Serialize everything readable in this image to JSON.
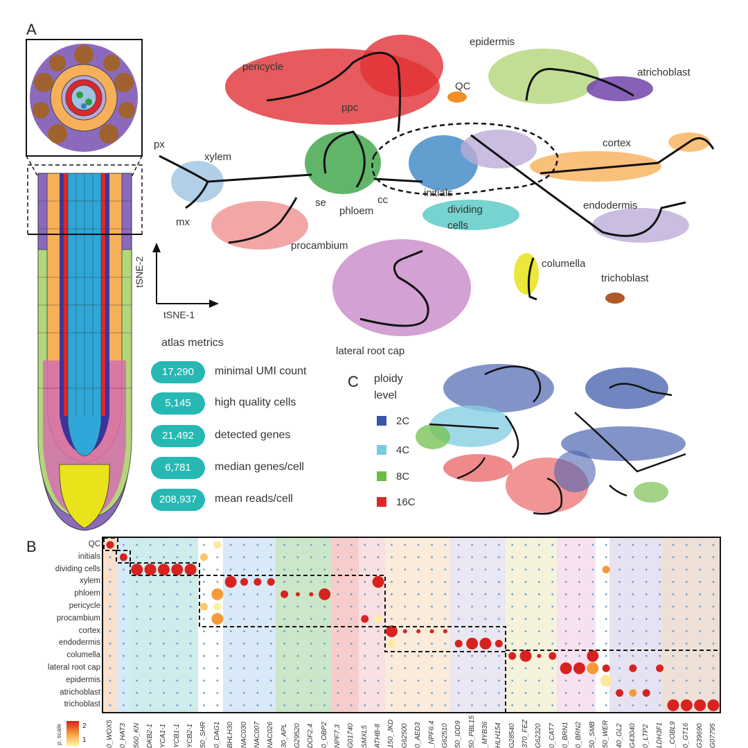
{
  "panel_a": {
    "letter": "A",
    "axis_y": "tSNE-2",
    "axis_x": "tSNE-1",
    "cluster_labels": [
      {
        "key": "pericycle",
        "text": "pericycle"
      },
      {
        "key": "qc",
        "text": "QC"
      },
      {
        "key": "epidermis",
        "text": "epidermis"
      },
      {
        "key": "atrichoblast",
        "text": "atrichoblast"
      },
      {
        "key": "ppc",
        "text": "ppc"
      },
      {
        "key": "px",
        "text": "px"
      },
      {
        "key": "xylem",
        "text": "xylem"
      },
      {
        "key": "cortex",
        "text": "cortex"
      },
      {
        "key": "initials",
        "text": "initials"
      },
      {
        "key": "se",
        "text": "se"
      },
      {
        "key": "cc",
        "text": "cc"
      },
      {
        "key": "phloem",
        "text": "phloem"
      },
      {
        "key": "dividing",
        "text": "dividing"
      },
      {
        "key": "cells",
        "text": "cells"
      },
      {
        "key": "endodermis",
        "text": "endodermis"
      },
      {
        "key": "mx",
        "text": "mx"
      },
      {
        "key": "procambium",
        "text": "procambium"
      },
      {
        "key": "columella",
        "text": "columella"
      },
      {
        "key": "trichoblast",
        "text": "trichoblast"
      },
      {
        "key": "lrc",
        "text": "lateral root cap"
      }
    ],
    "metrics_title": "atlas metrics",
    "metrics": [
      {
        "value": "17,290",
        "label": "minimal UMI count"
      },
      {
        "value": "5,145",
        "label": "high quality cells"
      },
      {
        "value": "21,492",
        "label": "detected genes"
      },
      {
        "value": "6,781",
        "label": "median genes/cell"
      },
      {
        "value": "208,937",
        "label": "mean reads/cell"
      }
    ],
    "cluster_colors": {
      "pericycle": "#e0262a",
      "xylem": "#9ec3e0",
      "phloem": "#2e9e3a",
      "procambium": "#ef8a8a",
      "initials": "#2f7fc1",
      "lrc": "#c583c6",
      "columella": "#e8e31b",
      "cortex": "#f7b05a",
      "endodermis": "#b9a7d6",
      "epidermis": "#b3d67a",
      "atrichoblast": "#6a3aa6",
      "trichoblast": "#a9521c",
      "qc": "#f08a1c",
      "dividing": "#4ac4c0"
    }
  },
  "panel_c": {
    "letter": "C",
    "legend_title_1": "ploidy",
    "legend_title_2": "level",
    "legend": [
      {
        "label": "2C",
        "color": "#3a55a8"
      },
      {
        "label": "4C",
        "color": "#79cbe0"
      },
      {
        "label": "8C",
        "color": "#6cbb45"
      },
      {
        "label": "16C",
        "color": "#e0262a"
      }
    ]
  },
  "panel_b": {
    "letter": "B",
    "rows": [
      "QC",
      "initials",
      "dividing cells",
      "xylem",
      "phloem",
      "pericycle",
      "procambium",
      "cortex",
      "endodermis",
      "columella",
      "lateral root cap",
      "epidermis",
      "atrichoblast",
      "trichoblast"
    ],
    "genes": [
      "0_WOX5",
      "0_HAT3",
      "560_KN",
      "DKB2-1",
      "YCA1-1",
      "YCB1-1",
      "YCB2-1",
      "50_SHR",
      "0_DAG1",
      "BHLH30",
      "NAC030",
      "NAC007",
      "NAC026",
      "30_APL",
      "G29520",
      "DOF2.4",
      "0_OBP2",
      "NPF7.3",
      "G01740",
      "SMXL5",
      "ATHB-8",
      "150_JKD",
      "G62500",
      "0_AED3",
      "_NPF6.4",
      "G62510",
      "50_IDD9",
      "50_PBL15",
      "_MYB36",
      "HLH154",
      "G28540",
      "370_FEZ",
      "G62320",
      "0_CAT7",
      "0_BRN1",
      "0_BRN2",
      "50_SMB",
      "50_WER",
      "40_GL2",
      "G43040",
      "0_LTP2",
      "LDH3F1",
      "_COBL9",
      "0_GT16",
      "G39690",
      "G07795"
    ],
    "scale_title": "p. scale",
    "scale_ticks": [
      "2",
      "1"
    ]
  }
}
